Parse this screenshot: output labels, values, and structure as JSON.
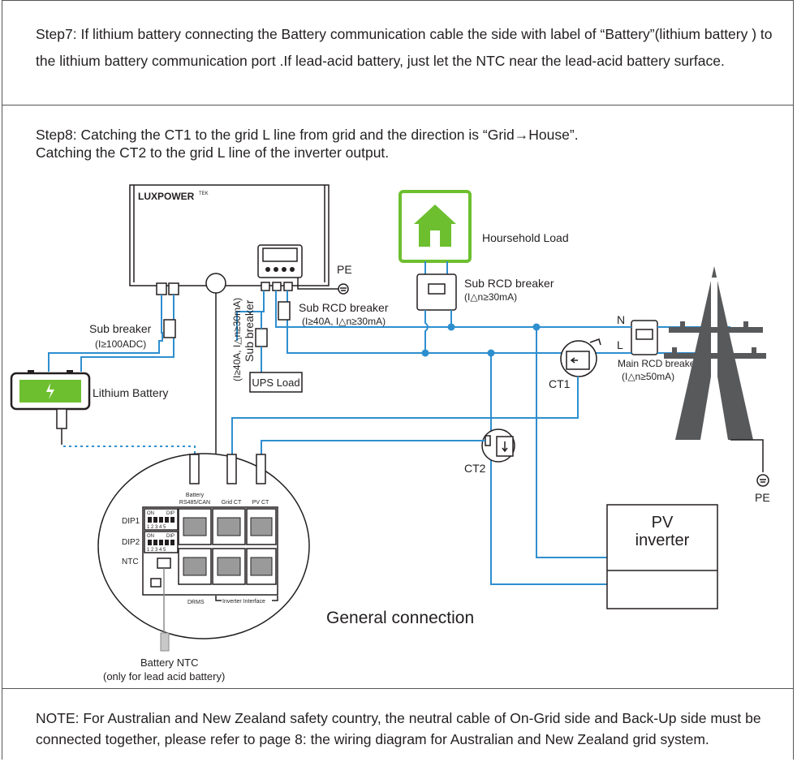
{
  "step7_text": "Step7:  If lithium battery connecting the Battery communication cable the side with label of “Battery”(lithium battery ) to the lithium battery communication port .If lead-acid battery, just let the NTC near the lead-acid battery surface.",
  "step8_line1": "Step8:  Catching the CT1 to the grid L line from grid and the direction is “Grid→House”.",
  "step8_line2": "Catching the CT2 to the grid L line of the inverter output.",
  "note_text": "NOTE: For Australian and New Zealand safety country, the neutral cable of On-Grid side and Back-Up side must be connected together, please refer to page 8: the wiring diagram for Australian and New Zealand grid system.",
  "diagram": {
    "inverter_brand": "LUXPOWER",
    "inverter_brand_sup": "TEK",
    "pe_top": "PE",
    "pe_right": "PE",
    "household_load": "Hoursehold Load",
    "sub_rcd_household": "Sub RCD breaker",
    "sub_rcd_household_rating": "(I△n≥30mA)",
    "sub_rcd_middle": "Sub RCD breaker",
    "sub_rcd_middle_rating": "(I≥40A, I△n≥30mA)",
    "sub_breaker_vertical": "Sub breaker",
    "sub_breaker_vertical_rating": "(I≥40A, I△n≥30mA)",
    "ups_load": "UPS Load",
    "sub_breaker_battery": "Sub breaker",
    "sub_breaker_battery_rating": "(I≥100ADC)",
    "lithium_battery": "Lithium Battery",
    "n_label": "N",
    "l_label": "L",
    "main_rcd": "Main RCD breaker",
    "main_rcd_rating": "(I△n≥50mA)",
    "ct1": "CT1",
    "ct2": "CT2",
    "pv_inverter_line1": "PV",
    "pv_inverter_line2": "inverter",
    "port_battery_line1": "Battery",
    "port_battery_line2": "RS485/CAN",
    "port_grid_ct": "Grid CT",
    "port_pv_ct": "PV CT",
    "dip1": "DIP1",
    "dip2": "DIP2",
    "ntc": "NTC",
    "drms": "DRMS",
    "inverter_interface": "Inverter Interface",
    "general_connection": "General connection",
    "battery_ntc": "Battery NTC",
    "battery_ntc_note": "(only for lead acid battery)",
    "dip_on": "ON",
    "dip_label": "DIP",
    "dip_numbers": "1 2 3 4 5"
  },
  "colors": {
    "wire_blue": "#2e8fcf",
    "green": "#6dbf2f",
    "dark": "#231f20",
    "gray": "#8a8a8a"
  }
}
